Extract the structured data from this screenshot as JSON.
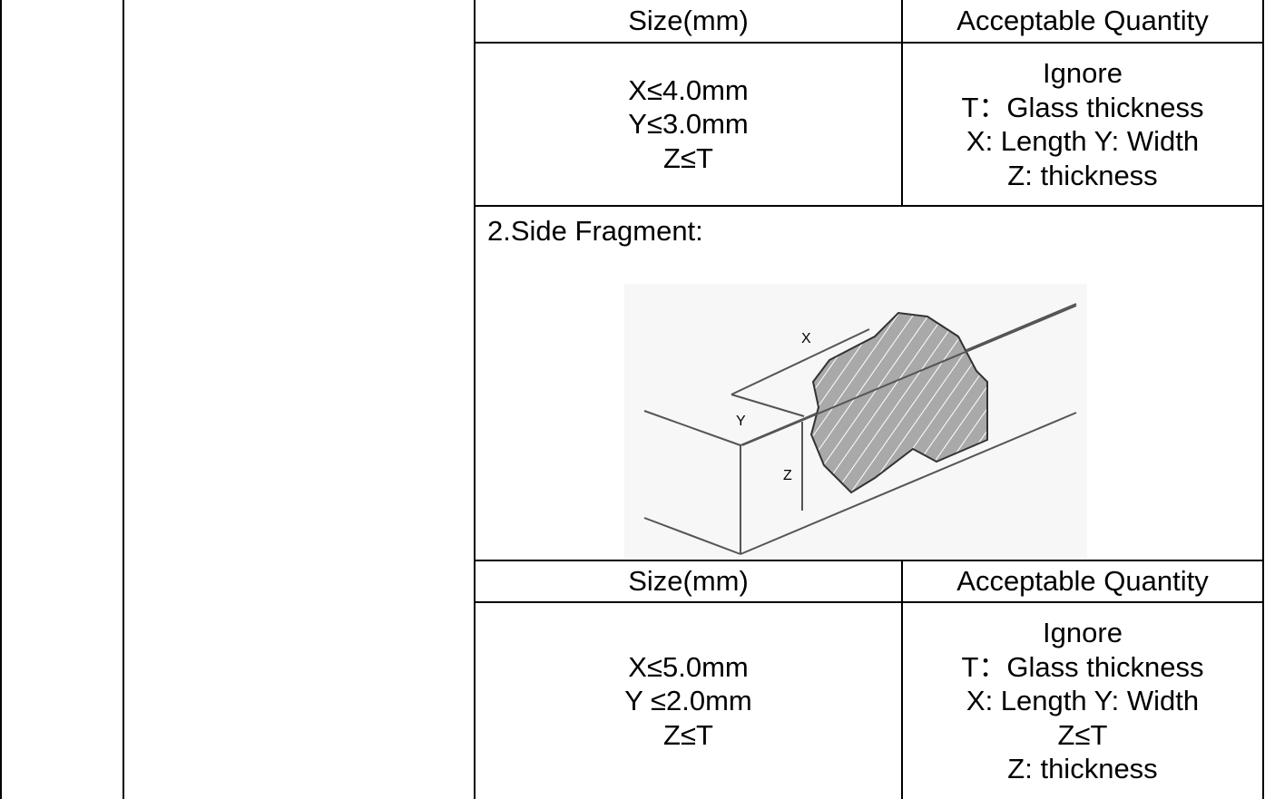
{
  "table": {
    "rows": [
      {
        "size_header": "Size(mm)",
        "quantity_header": "Acceptable Quantity",
        "size_lines": [
          "X≤4.0mm",
          "Y≤3.0mm",
          "Z≤T"
        ],
        "quantity_lines": [
          "Ignore",
          "T：Glass thickness",
          "X: Length Y: Width",
          "Z: thickness"
        ]
      },
      {
        "size_header": "Size(mm)",
        "quantity_header": "Acceptable Quantity",
        "size_lines": [
          "X≤5.0mm",
          "Y ≤2.0mm",
          "Z≤T"
        ],
        "quantity_lines": [
          "Ignore",
          "T：Glass thickness",
          "X: Length Y: Width",
          "Z≤T",
          "Z: thickness"
        ]
      }
    ],
    "section_title": "2.Side Fragment:",
    "figure": {
      "description_labels": [
        "X",
        "Y",
        "Z"
      ]
    }
  }
}
